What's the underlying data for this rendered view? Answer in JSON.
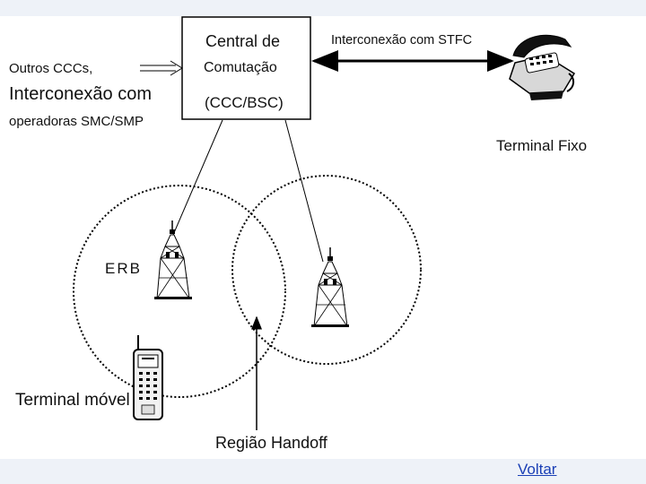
{
  "central": {
    "line1": "Central de",
    "line2": "Comutação",
    "line3": "(CCC/BSC)"
  },
  "interconnect_stfc": "Interconexão com STFC",
  "fixed_terminal_label": "Terminal Fixo",
  "other_operators": {
    "line1": "Outros CCCs,",
    "line2": "Interconexão com",
    "line3": "operadoras SMC/SMP"
  },
  "erb_label": "ERB",
  "mobile_terminal_label": "Terminal móvel",
  "handoff_label": "Região Handoff",
  "nav": {
    "back_link": "Voltar"
  },
  "icons": {
    "fixed_phone": "telephone-icon",
    "tower_left": "antenna-tower-icon",
    "tower_right": "antenna-tower-icon",
    "mobile_phone": "mobile-phone-icon"
  }
}
